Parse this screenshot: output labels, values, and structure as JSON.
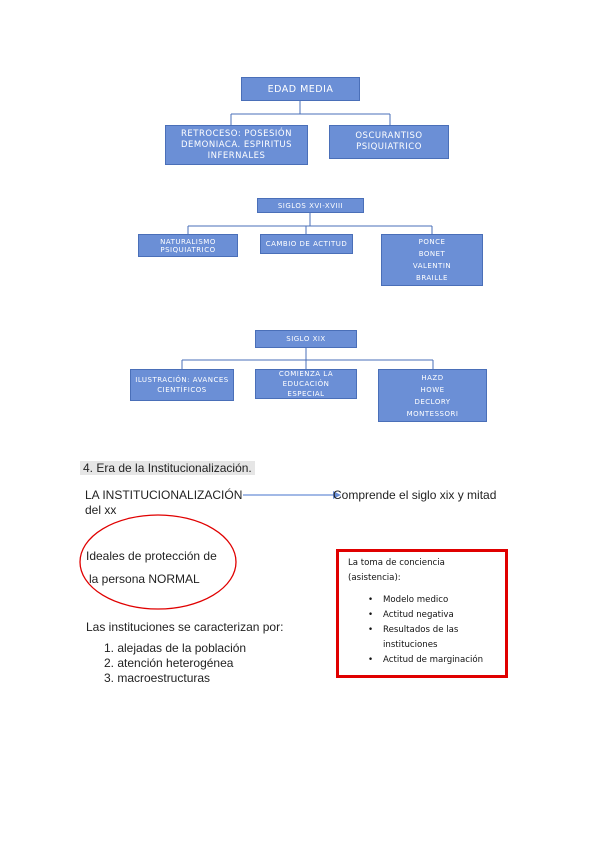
{
  "diagram": {
    "edad_media": "EDAD MEDIA",
    "retroceso": [
      "RETROCESO: POSESIÓN",
      "DEMONIACA. ESPIRITUS",
      "INFERNALES"
    ],
    "oscurantismo": [
      "OSCURANTISO",
      "PSIQUIATRICO"
    ],
    "siglos": "SIGLOS XVI-XVIII",
    "naturalismo": "NATURALISMO PSIQUIATRICO",
    "cambio": "CAMBIO DE ACTITUD",
    "nombres1": [
      "PONCE",
      "BONET",
      "VALENTIN",
      "BRAILLE"
    ],
    "siglo_xix": "SIGLO XIX",
    "ilustracion": [
      "ILUSTRACIÓN: AVANCES",
      "CIENTÍFICOS"
    ],
    "comienza": [
      "COMIENZA LA EDUCACIÓN",
      "ESPECIAL"
    ],
    "nombres2": [
      "HAZD",
      "HOWE",
      "DECLORY",
      "MONTESSORI"
    ]
  },
  "section": {
    "title": "4.  Era de la Institucionalización.",
    "inst_left_1": "LA INSTITUCIONALIZACIÓN",
    "inst_left_2": "del xx",
    "inst_right": "Comprende el siglo xix y mitad",
    "ideales_1": "Ideales de protección de",
    "ideales_2": "la persona NORMAL",
    "caracterizan": "Las instituciones se caracterizan por:",
    "items": [
      "1.  alejadas de la población",
      "2.  atención heterogénea",
      "3.  macroestructuras"
    ]
  },
  "conciencia": {
    "title_1": "La toma de conciencia",
    "title_2": "(asistencia):",
    "bullets": [
      "Modelo medico",
      "Actitud negativa",
      "Resultados de las",
      "instituciones",
      "Actitud de marginación"
    ],
    "bullet_char": "•"
  },
  "colors": {
    "box_fill": "#6b8fd6",
    "box_border": "#4a6fb8",
    "connector": "#4a6fb8",
    "red": "#e00000"
  }
}
